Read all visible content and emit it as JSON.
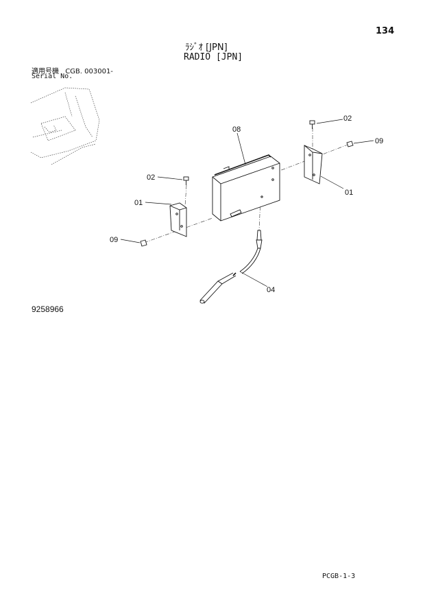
{
  "page_number": "134",
  "title_jp": "ﾗｼﾞｵ [JPN]",
  "title_en": "RADIO [JPN]",
  "serial": {
    "label_jp": "適用号機",
    "range": "CGB. 003001-",
    "label_en": "Serial No."
  },
  "callouts": {
    "c02_right": "02",
    "c09_right": "09",
    "c08": "08",
    "c01_right": "01",
    "c02_left": "02",
    "c01_left": "01",
    "c09_left": "09",
    "c04": "04"
  },
  "part_number": "9258966",
  "footer_code": "PCGB-1-3"
}
